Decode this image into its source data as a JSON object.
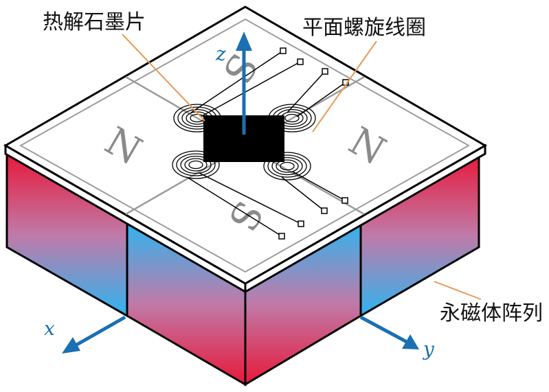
{
  "labels": {
    "graphite": "热解石墨片",
    "coil": "平面螺旋线圈",
    "magnet_array": "永磁体阵列"
  },
  "poles": {
    "left": "N",
    "right": "N",
    "top": "S",
    "bottom": "S"
  },
  "axes": {
    "x": "x",
    "y": "y",
    "z": "z"
  },
  "colors": {
    "magnet_red": "#e8183a",
    "magnet_blue": "#2fb4f0",
    "axis_blue": "#1b6fb3",
    "leader_orange": "#e89a55",
    "graphite_black": "#000000"
  }
}
